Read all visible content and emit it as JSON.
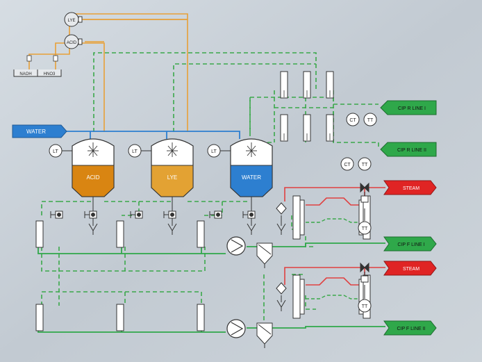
{
  "colors": {
    "background": "#c9d1d8",
    "cip_green": "#2fa84a",
    "steam_red": "#e02424",
    "water_blue": "#2d7fd0",
    "acid_orange": "#d98512",
    "lye_orange": "#e3a233",
    "chem_line": "#e8a037",
    "dashed_green": "#3aa84a",
    "line_red": "#e04040",
    "outline": "#333333"
  },
  "icons": {
    "level": "level-transmitter-icon",
    "conductivity": "conductivity-transmitter-icon",
    "temperature": "temperature-transmitter-icon",
    "valve": "valve-icon",
    "pump": "pump-icon",
    "filter": "filter-icon",
    "heat_exchanger": "heat-exchanger-icon",
    "spray_ball": "spray-ball-icon"
  },
  "dosing": {
    "lye_pump": "LYE",
    "acid_pump": "ACID",
    "naoh_drum": "NAOH",
    "hno3_drum": "HNO3"
  },
  "tanks": [
    {
      "id": "acid",
      "label": "ACID",
      "instrument": "LT"
    },
    {
      "id": "lye",
      "label": "LYE",
      "instrument": "LT"
    },
    {
      "id": "water",
      "label": "WATER",
      "instrument": "LT"
    }
  ],
  "connectors": {
    "water_in": "WATER",
    "cip_r_line_1": "CIP R LINE I",
    "cip_r_line_2": "CIP R LINE II",
    "steam_1": "STEAM",
    "steam_2": "STEAM",
    "cip_f_line_1": "CIP F LINE I",
    "cip_f_line_2": "CIP F LINE II"
  },
  "instruments": {
    "return_ct_1": "CT",
    "return_tt_1": "TT",
    "return_ct_2": "CT",
    "return_tt_2": "TT",
    "supply_tt_1": "TT",
    "supply_tt_2": "TT"
  }
}
